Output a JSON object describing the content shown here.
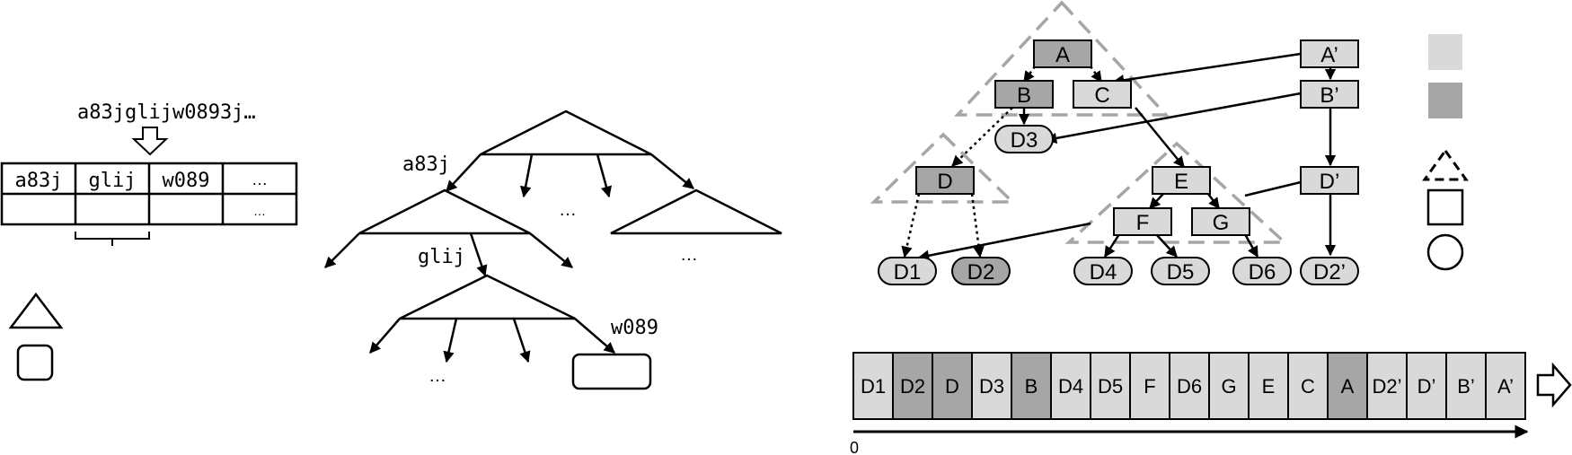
{
  "colors": {
    "light": "#d9d9d9",
    "dark": "#a6a6a6",
    "stroke": "#000000",
    "dashed": "#a6a6a6"
  },
  "left_panel": {
    "input_string": "a83jglijw0893j…",
    "table_row1": [
      "a83j",
      "glij",
      "w089",
      "…"
    ],
    "table_row2": [
      "",
      "",
      "",
      "…"
    ]
  },
  "trie": {
    "label_a83j": "a83j",
    "label_glij": "glij",
    "label_w089": "w089",
    "ellipsis": "…"
  },
  "tree": {
    "nodes": {
      "A": "A",
      "B": "B",
      "C": "C",
      "D": "D",
      "E": "E",
      "F": "F",
      "G": "G",
      "D1": "D1",
      "D2": "D2",
      "D3": "D3",
      "D4": "D4",
      "D5": "D5",
      "D6": "D6",
      "A_prime": "A’",
      "B_prime": "B’",
      "D_prime": "D’",
      "D2_prime": "D2’"
    }
  },
  "sequence": {
    "cells": [
      {
        "label": "D1",
        "shade": "light"
      },
      {
        "label": "D2",
        "shade": "dark"
      },
      {
        "label": "D",
        "shade": "dark"
      },
      {
        "label": "D3",
        "shade": "light"
      },
      {
        "label": "B",
        "shade": "dark"
      },
      {
        "label": "D4",
        "shade": "light"
      },
      {
        "label": "D5",
        "shade": "light"
      },
      {
        "label": "F",
        "shade": "light"
      },
      {
        "label": "D6",
        "shade": "light"
      },
      {
        "label": "G",
        "shade": "light"
      },
      {
        "label": "E",
        "shade": "light"
      },
      {
        "label": "C",
        "shade": "light"
      },
      {
        "label": "A",
        "shade": "dark"
      },
      {
        "label": "D2’",
        "shade": "light"
      },
      {
        "label": "D’",
        "shade": "light"
      },
      {
        "label": "B’",
        "shade": "light"
      },
      {
        "label": "A’",
        "shade": "light"
      }
    ],
    "axis_origin": "0"
  }
}
